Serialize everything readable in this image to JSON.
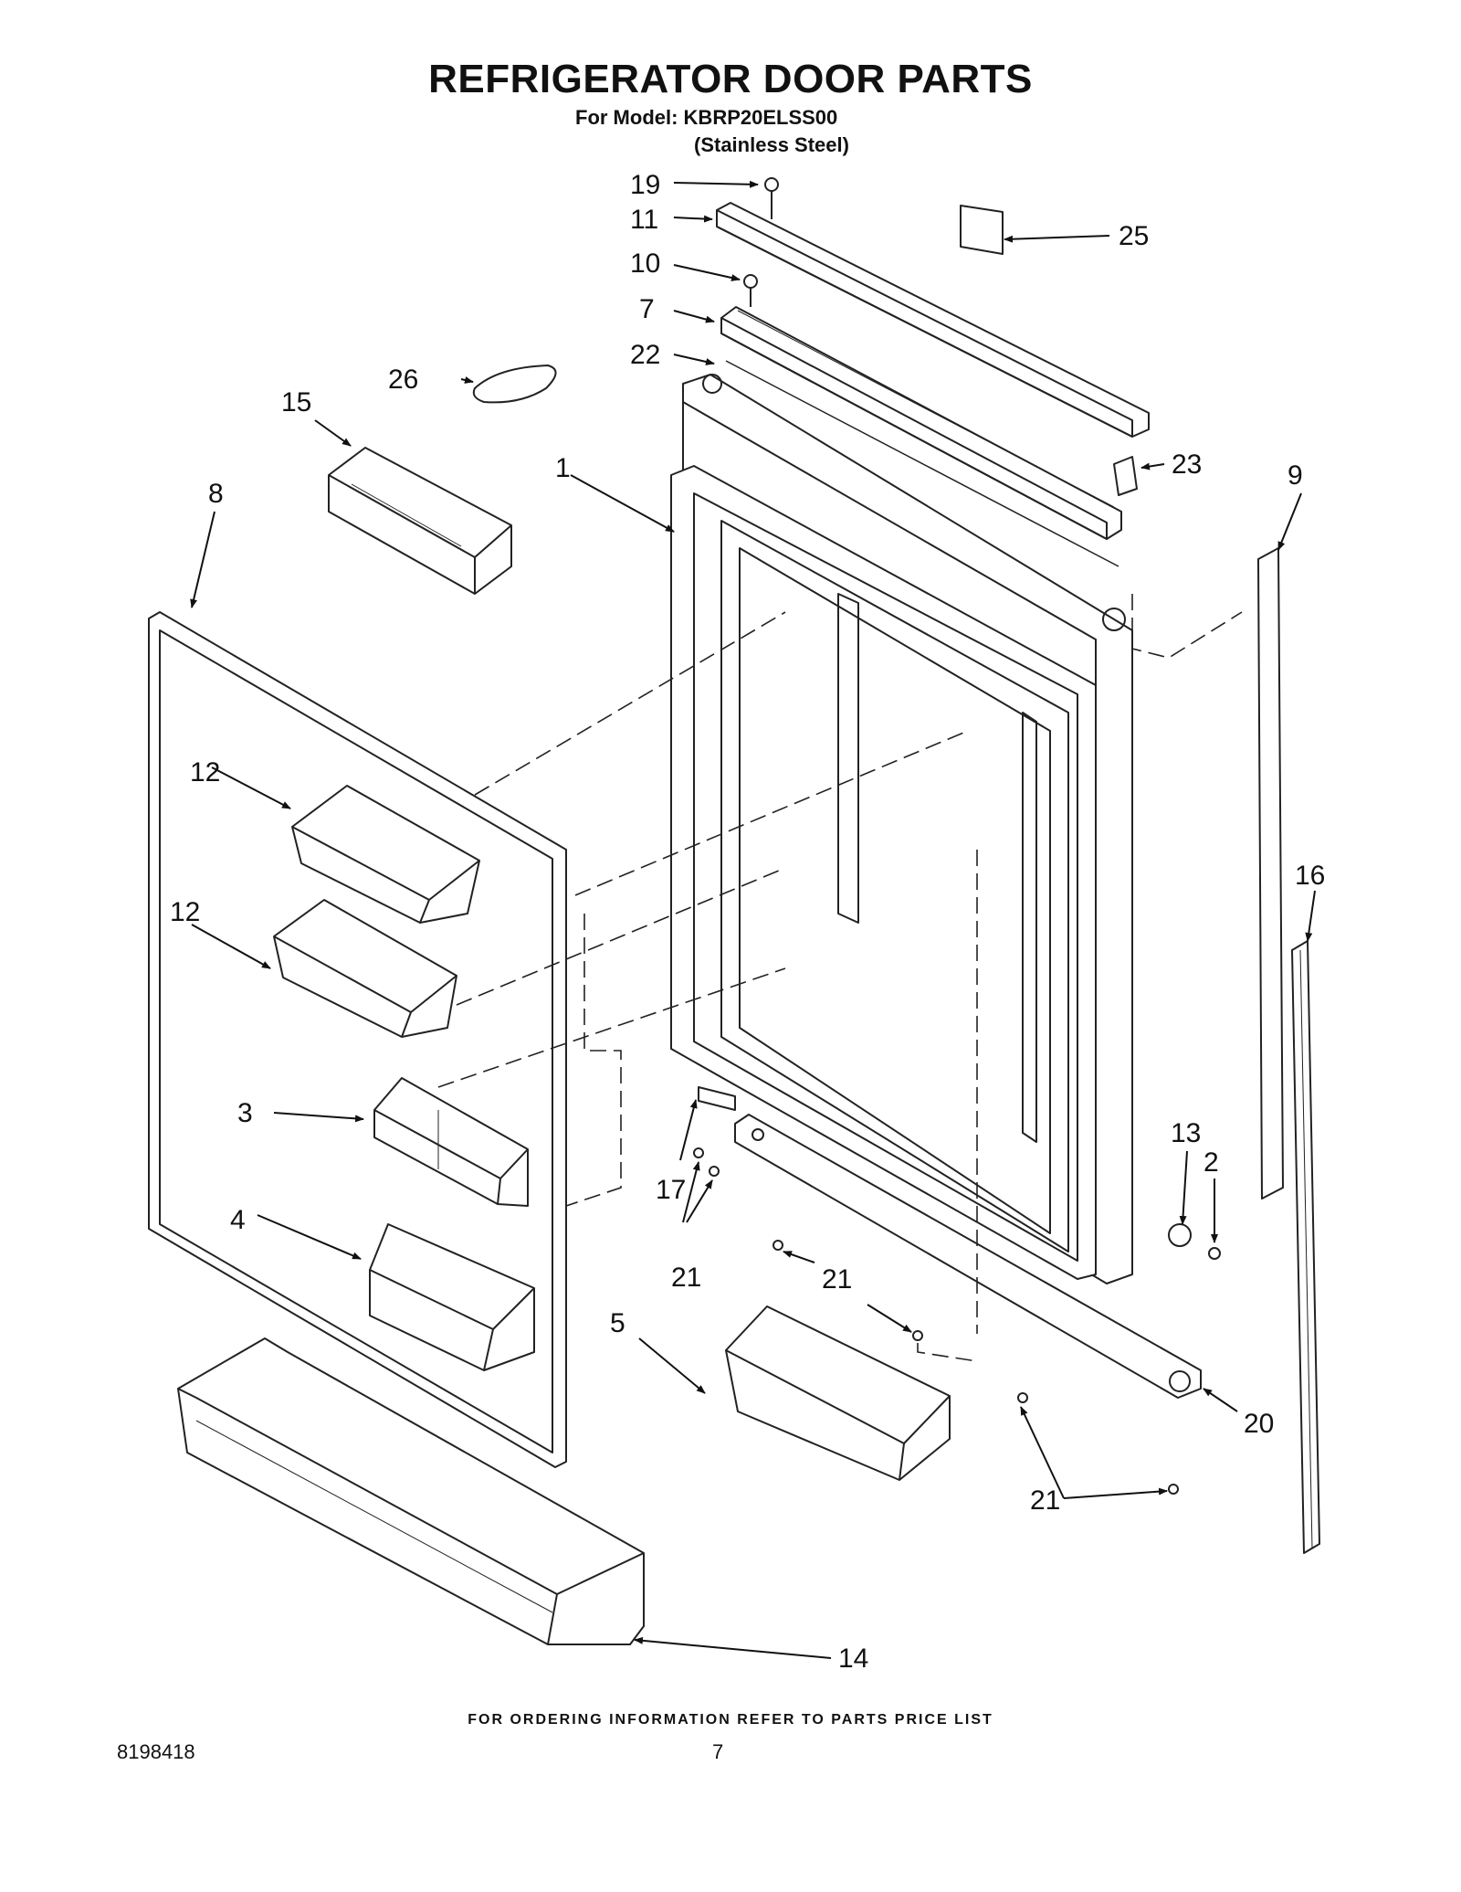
{
  "header": {
    "title": "REFRIGERATOR DOOR PARTS",
    "model_line": "For Model: KBRP20ELSS00",
    "variant_line": "(Stainless Steel)"
  },
  "callouts": {
    "c1": "1",
    "c2": "2",
    "c3": "3",
    "c4": "4",
    "c5": "5",
    "c7": "7",
    "c8": "8",
    "c9": "9",
    "c10": "10",
    "c11": "11",
    "c12a": "12",
    "c12b": "12",
    "c13": "13",
    "c14": "14",
    "c15": "15",
    "c16": "16",
    "c17": "17",
    "c19": "19",
    "c20": "20",
    "c21a": "21",
    "c21b": "21",
    "c21c": "21",
    "c22": "22",
    "c23": "23",
    "c25": "25",
    "c26": "26"
  },
  "footer": {
    "note": "FOR ORDERING INFORMATION REFER TO PARTS PRICE LIST",
    "doc_number": "8198418",
    "page_number": "7"
  }
}
